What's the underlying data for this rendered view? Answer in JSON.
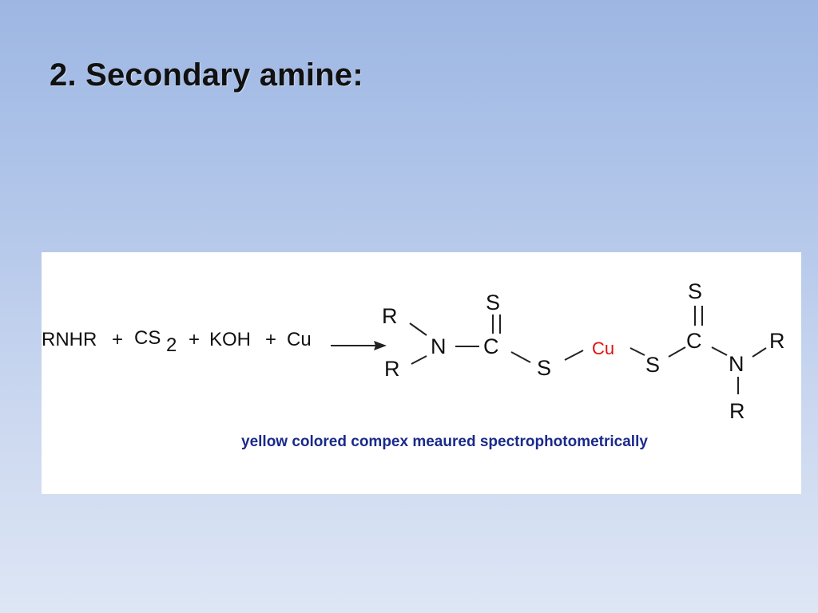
{
  "slide": {
    "title": "2. Secondary amine:"
  },
  "reaction": {
    "reactants": {
      "amine": "RNHR",
      "plus_1": "+",
      "cs": "CS",
      "cs_subscript": "2",
      "plus_2": "+",
      "base": "KOH",
      "plus_3": "+",
      "metal": "Cu"
    },
    "product": {
      "left_r_top": "R",
      "left_r_bottom": "R",
      "left_n": "N",
      "left_c": "C",
      "left_thione_s": "S",
      "left_bridge_s": "S",
      "metal_center": "Cu",
      "right_bridge_s": "S",
      "right_c": "C",
      "right_thione_s": "S",
      "right_n": "N",
      "right_r_side": "R",
      "right_r_bottom": "R"
    },
    "caption": "yellow colored compex meaured spectrophotometrically",
    "colors": {
      "metal_center": "#e01010",
      "caption": "#1a2a8a",
      "text": "#111111"
    }
  }
}
